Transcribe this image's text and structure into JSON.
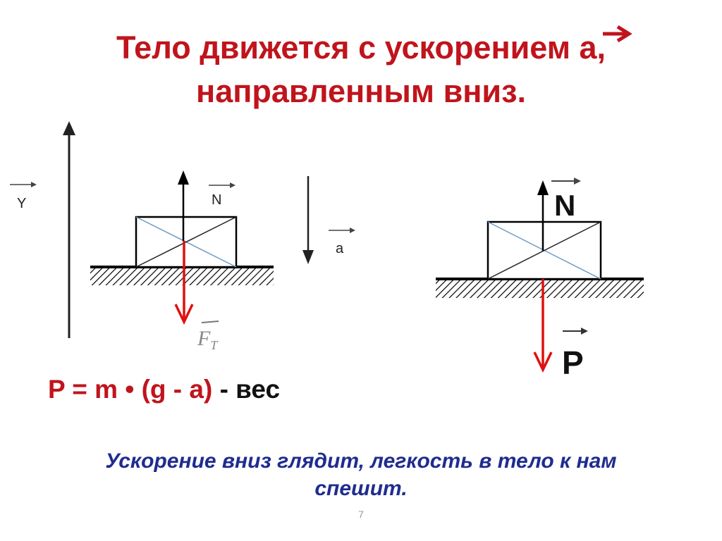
{
  "title": {
    "line1": "Тело движется с ускорением a,",
    "line2": "направленным вниз."
  },
  "diagram_left": {
    "axis_label": "Y",
    "normal_label": "N",
    "accel_label": "a",
    "gravity_label": "F",
    "gravity_sub": "T"
  },
  "diagram_right": {
    "normal_label": "N",
    "weight_label": "P"
  },
  "formula": {
    "expression": "P = m • (g - a)",
    "suffix": " - вес"
  },
  "rhyme": {
    "line1": "Ускорение вниз глядит, легкость в тело к нам",
    "line2": "спешит."
  },
  "page_number": "7",
  "colors": {
    "title": "#c0141c",
    "force_red": "#e01010",
    "rhyme_blue": "#1f2c8f",
    "diag_blue": "#6f9bc4"
  }
}
